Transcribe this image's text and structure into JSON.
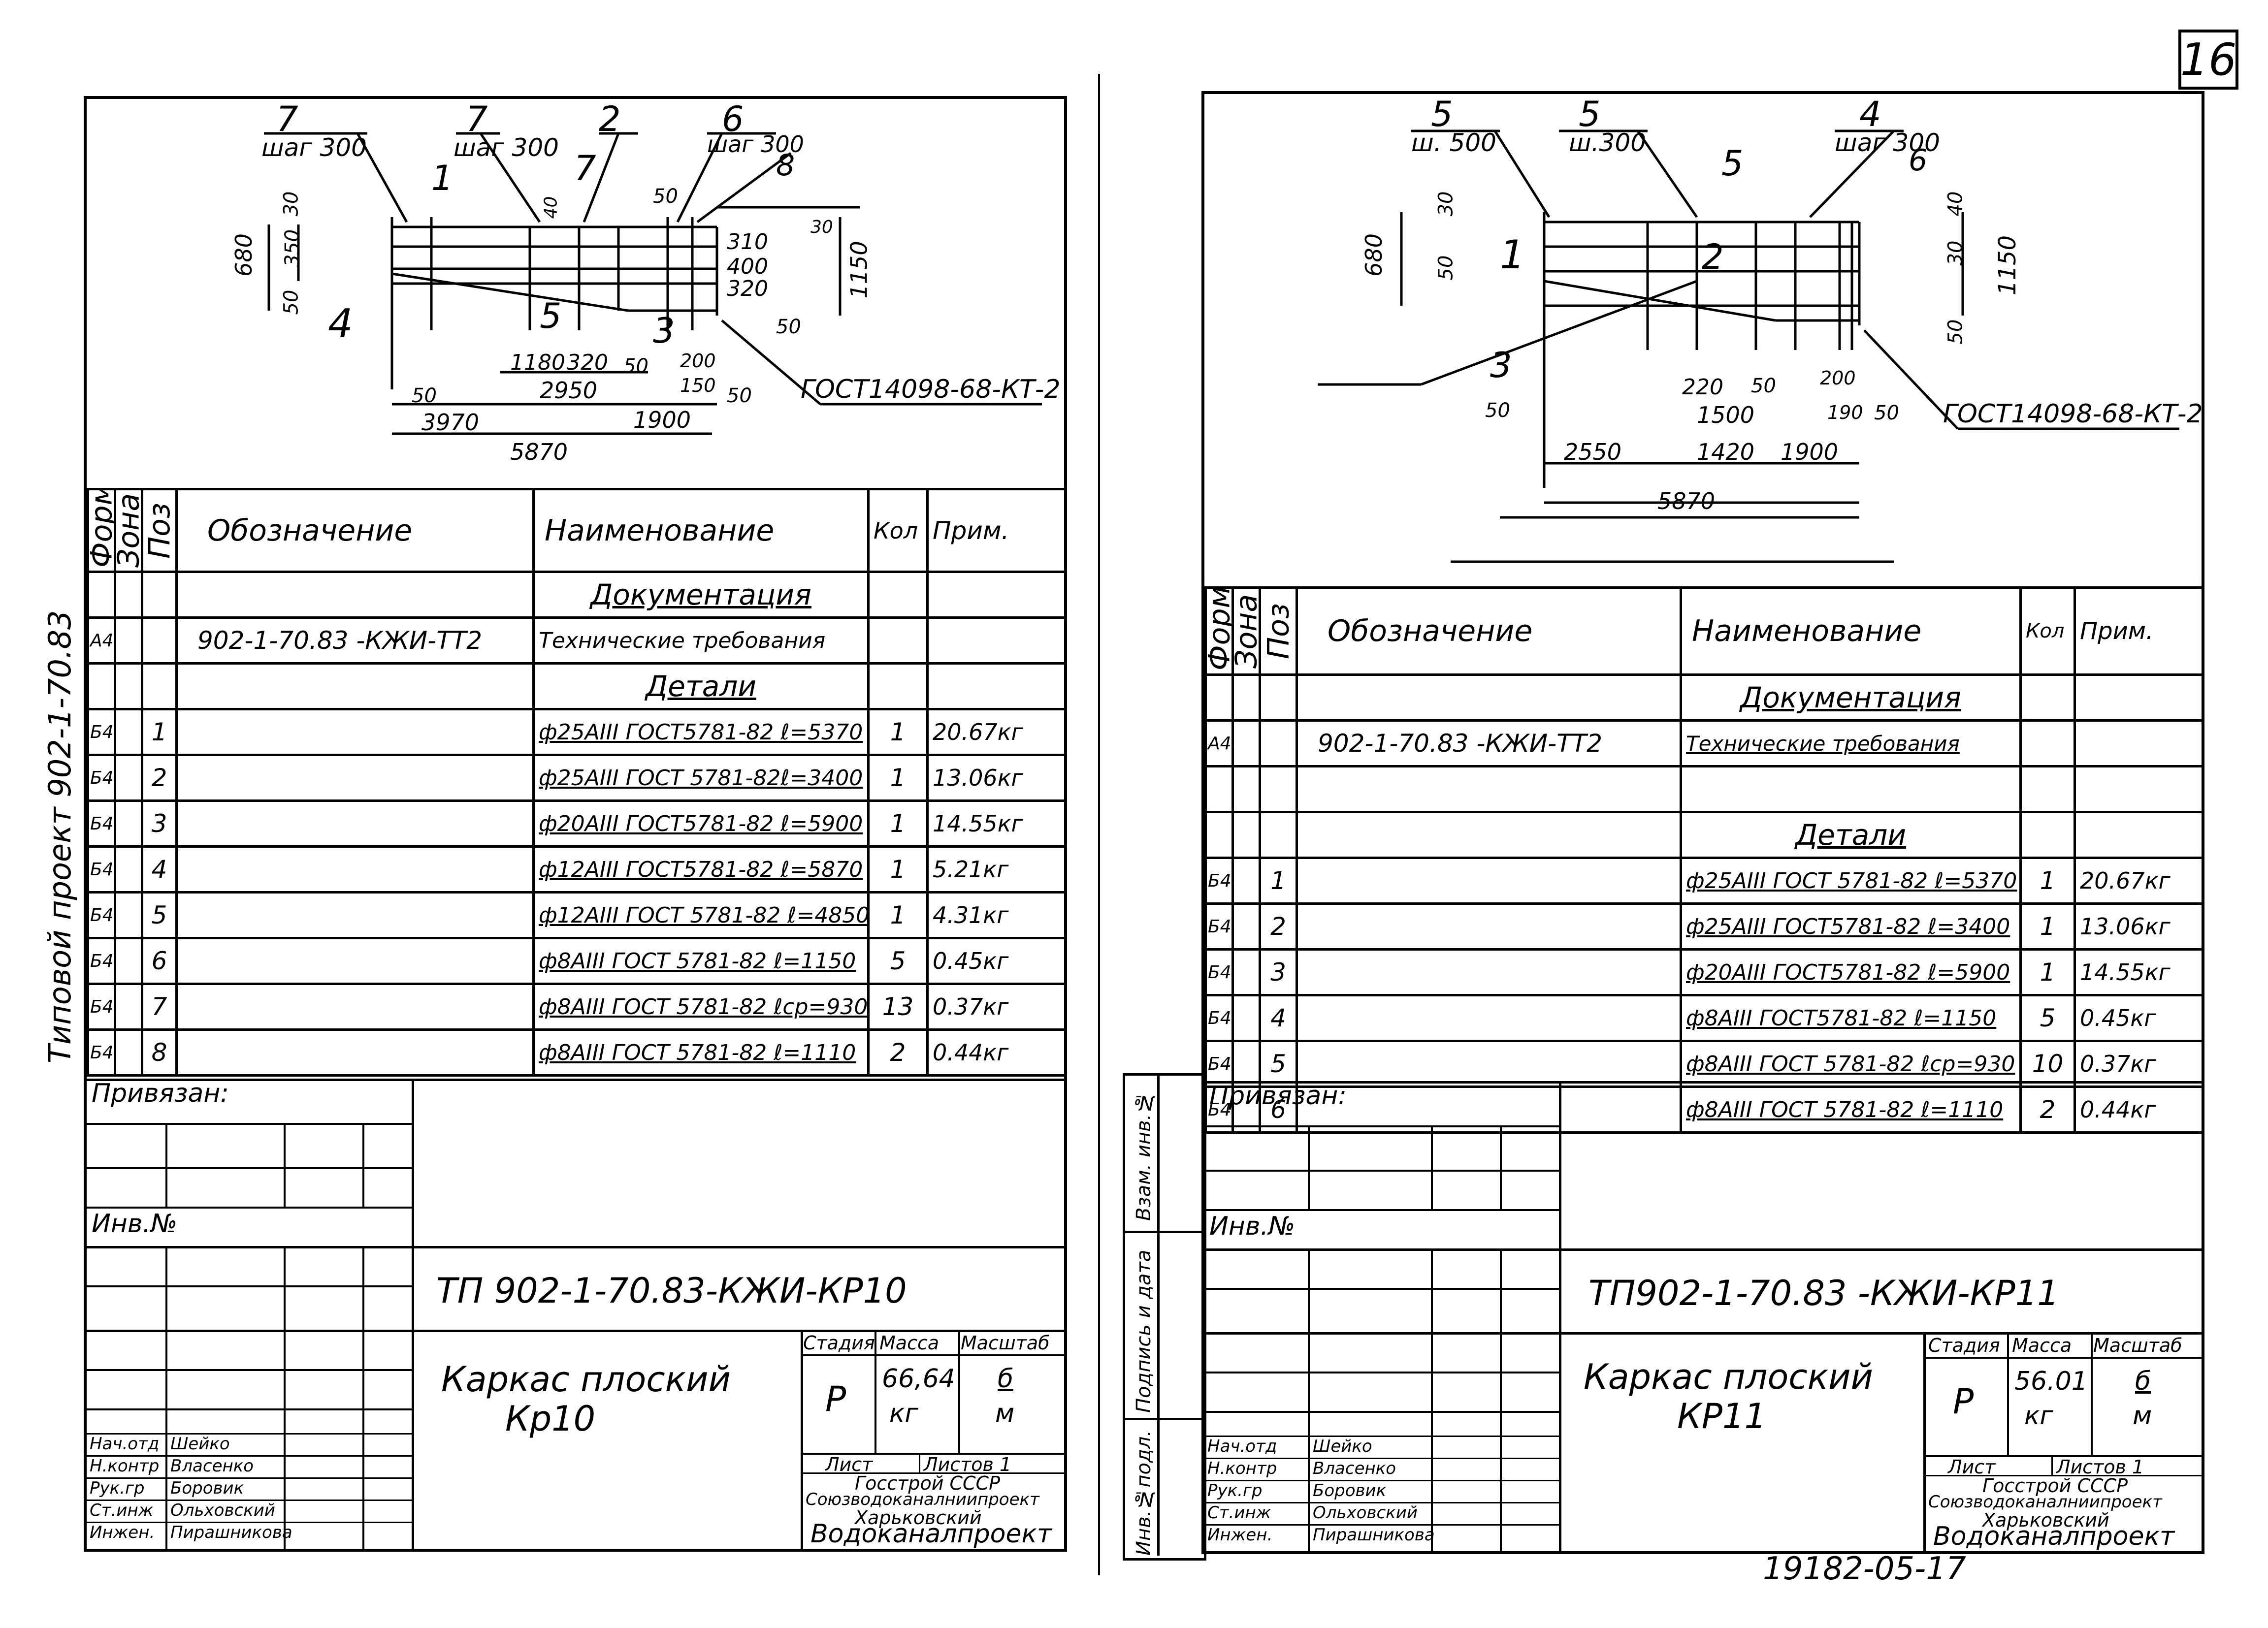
{
  "page_number": "16",
  "side_note": "Типовой проект 902-1-70.83",
  "footer_number": "19182-05-17",
  "left": {
    "callouts": {
      "c1": "7",
      "c1_sub": "шаг 300",
      "c2": "7",
      "c2_sub": "шаг 300",
      "c3": "2",
      "c4": "6",
      "c4_sub": "шаг 300",
      "c5": "8",
      "c6": "1",
      "c7": "7",
      "c8": "4",
      "c9": "5",
      "c10": "3"
    },
    "dims": {
      "d680": "680",
      "d30": "30",
      "d350": "350",
      "d50a": "50",
      "d40": "40",
      "d50b": "50",
      "d310": "310",
      "d400": "400",
      "d320": "320",
      "d30b": "30",
      "d1150": "1150",
      "d50c": "50",
      "d1180": "1180",
      "d320b": "320",
      "d2950": "2950",
      "d50d": "50",
      "d200": "200",
      "d150": "150",
      "d50e": "50",
      "d50f": "50",
      "d3970": "3970",
      "d1900": "1900",
      "d5870": "5870"
    },
    "gost_label": "ГОСТ14098-68-КТ-2",
    "table": {
      "h_format": "Формат",
      "h_zone": "Зона",
      "h_pos": "Поз",
      "h_designation": "Обозначение",
      "h_name": "Наименование",
      "h_qty": "Кол",
      "h_note": "Прим.",
      "section_docs": "Документация",
      "doc_format": "А4",
      "doc_designation": "902-1-70.83 -КЖИ-ТТ2",
      "doc_name": "Технические требования",
      "section_parts": "Детали",
      "rows": [
        {
          "f": "Б4",
          "pos": "1",
          "name": "ф25АIII ГОСТ5781-82 ℓ=5370",
          "qty": "1",
          "note": "20.67кг"
        },
        {
          "f": "Б4",
          "pos": "2",
          "name": "ф25АIII ГОСТ 5781-82ℓ=3400",
          "qty": "1",
          "note": "13.06кг"
        },
        {
          "f": "Б4",
          "pos": "3",
          "name": "ф20АIII ГОСТ5781-82 ℓ=5900",
          "qty": "1",
          "note": "14.55кг"
        },
        {
          "f": "Б4",
          "pos": "4",
          "name": "ф12АIII ГОСТ5781-82 ℓ=5870",
          "qty": "1",
          "note": "5.21кг"
        },
        {
          "f": "Б4",
          "pos": "5",
          "name": "ф12АIII ГОСТ 5781-82 ℓ=4850",
          "qty": "1",
          "note": "4.31кг"
        },
        {
          "f": "Б4",
          "pos": "6",
          "name": "ф8АIII ГОСТ 5781-82 ℓ=1150",
          "qty": "5",
          "note": "0.45кг"
        },
        {
          "f": "Б4",
          "pos": "7",
          "name": "ф8АIII ГОСТ 5781-82 ℓср=930",
          "qty": "13",
          "note": "0.37кг"
        },
        {
          "f": "Б4",
          "pos": "8",
          "name": "ф8АIII ГОСТ 5781-82 ℓ=1110",
          "qty": "2",
          "note": "0.44кг"
        }
      ]
    },
    "title_block": {
      "privyazan": "Привязан:",
      "inv": "Инв.№",
      "doc_code": "ТП 902-1-70.83-КЖИ-КР10",
      "title_line1": "Каркас плоский",
      "title_line2": "Кр10",
      "h_stage": "Стадия",
      "h_mass": "Масса",
      "h_scale": "Масштаб",
      "stage": "Р",
      "mass": "66,64",
      "mass_unit": "кг",
      "scale_num": "б",
      "scale_den": "м",
      "sheet_label": "Лист",
      "sheets_label": "Листов 1",
      "org1": "Госстрой СССР",
      "org2": "Союзводоканалниипроект",
      "org3": "Харьковский",
      "org4": "Водоканалпроект",
      "signers": [
        {
          "role": "Нач.отд",
          "name": "Шейко"
        },
        {
          "role": "Н.контр",
          "name": "Власенко"
        },
        {
          "role": "Рук.гр",
          "name": "Боровик"
        },
        {
          "role": "Ст.инж",
          "name": "Ольховский"
        },
        {
          "role": "Инжен.",
          "name": "Пирашникова"
        }
      ]
    }
  },
  "right": {
    "callouts": {
      "c1": "5",
      "c1_sub": "ш. 500",
      "c2": "5",
      "c2_sub": "ш.300",
      "c3": "4",
      "c3_sub": "шаг 300",
      "c4": "6",
      "c5": "5",
      "c6": "1",
      "c7": "2",
      "c8": "3"
    },
    "dims": {
      "d680": "680",
      "d30": "30",
      "d50a": "50",
      "d40": "40",
      "d30b": "30",
      "d1150": "1150",
      "d50b": "50",
      "d220": "220",
      "d50c": "50",
      "d200": "200",
      "d1500": "1500",
      "d190": "190",
      "d50d": "50",
      "d50e": "50",
      "d2550": "2550",
      "d1420": "1420",
      "d1900": "1900",
      "d5870": "5870"
    },
    "gost_label": "ГОСТ14098-68-КТ-2",
    "table": {
      "h_format": "Формат",
      "h_zone": "Зона",
      "h_pos": "Поз",
      "h_designation": "Обозначение",
      "h_name": "Наименование",
      "h_qty": "Кол",
      "h_note": "Прим.",
      "section_docs": "Документация",
      "doc_format": "А4",
      "doc_designation": "902-1-70.83 -КЖИ-ТТ2",
      "doc_name": "Технические требования",
      "section_parts": "Детали",
      "rows": [
        {
          "f": "Б4",
          "pos": "1",
          "name": "ф25АIII ГОСТ 5781-82 ℓ=5370",
          "qty": "1",
          "note": "20.67кг"
        },
        {
          "f": "Б4",
          "pos": "2",
          "name": "ф25АIII ГОСТ5781-82 ℓ=3400",
          "qty": "1",
          "note": "13.06кг"
        },
        {
          "f": "Б4",
          "pos": "3",
          "name": "ф20АIII ГОСТ5781-82 ℓ=5900",
          "qty": "1",
          "note": "14.55кг"
        },
        {
          "f": "Б4",
          "pos": "4",
          "name": "ф8АIII ГОСТ5781-82 ℓ=1150",
          "qty": "5",
          "note": "0.45кг"
        },
        {
          "f": "Б4",
          "pos": "5",
          "name": "ф8АIII ГОСТ 5781-82 ℓср=930",
          "qty": "10",
          "note": "0.37кг"
        },
        {
          "f": "Б4",
          "pos": "6",
          "name": "ф8АIII ГОСТ 5781-82 ℓ=1110",
          "qty": "2",
          "note": "0.44кг"
        }
      ]
    },
    "margin": {
      "m1": "Взам. инв.№",
      "m2": "Подпись и дата",
      "m3": "Инв.№подл."
    },
    "title_block": {
      "privyazan": "Привязан:",
      "inv": "Инв.№",
      "doc_code": "ТП902-1-70.83 -КЖИ-КР11",
      "title_line1": "Каркас плоский",
      "title_line2": "КР11",
      "h_stage": "Стадия",
      "h_mass": "Масса",
      "h_scale": "Масштаб",
      "stage": "Р",
      "mass": "56.01",
      "mass_unit": "кг",
      "scale_num": "б",
      "scale_den": "м",
      "sheet_label": "Лист",
      "sheets_label": "Листов 1",
      "org1": "Госстрой СССР",
      "org2": "Союзводоканалниипроект",
      "org3": "Харьковский",
      "org4": "Водоканалпроект",
      "signers": [
        {
          "role": "Нач.отд",
          "name": "Шейко"
        },
        {
          "role": "Н.контр",
          "name": "Власенко"
        },
        {
          "role": "Рук.гр",
          "name": "Боровик"
        },
        {
          "role": "Ст.инж",
          "name": "Ольховский"
        },
        {
          "role": "Инжен.",
          "name": "Пирашникова"
        }
      ]
    }
  }
}
